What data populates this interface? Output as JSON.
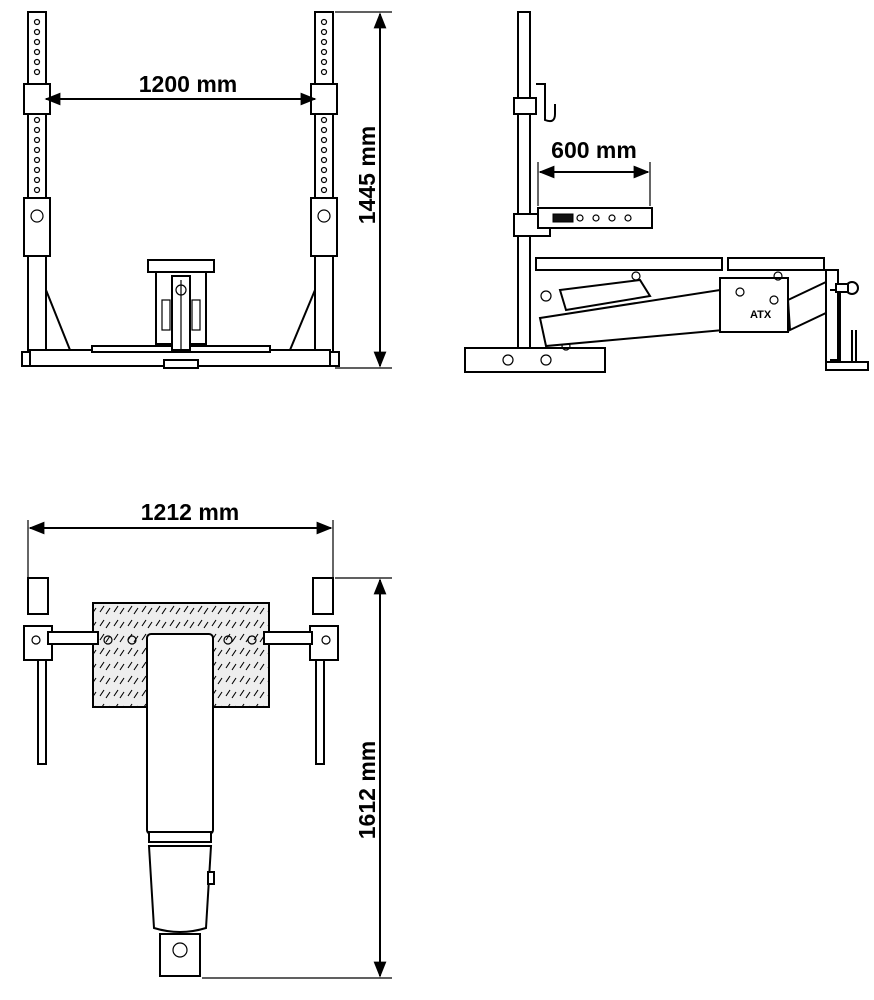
{
  "dimensions": {
    "front_width": "1200 mm",
    "front_height": "1445 mm",
    "side_depth": "600 mm",
    "top_width": "1212 mm",
    "top_length": "1612 mm"
  },
  "logo": "ATX",
  "colors": {
    "line": "#000000",
    "background": "#ffffff",
    "plate": "#e6e6e6"
  }
}
